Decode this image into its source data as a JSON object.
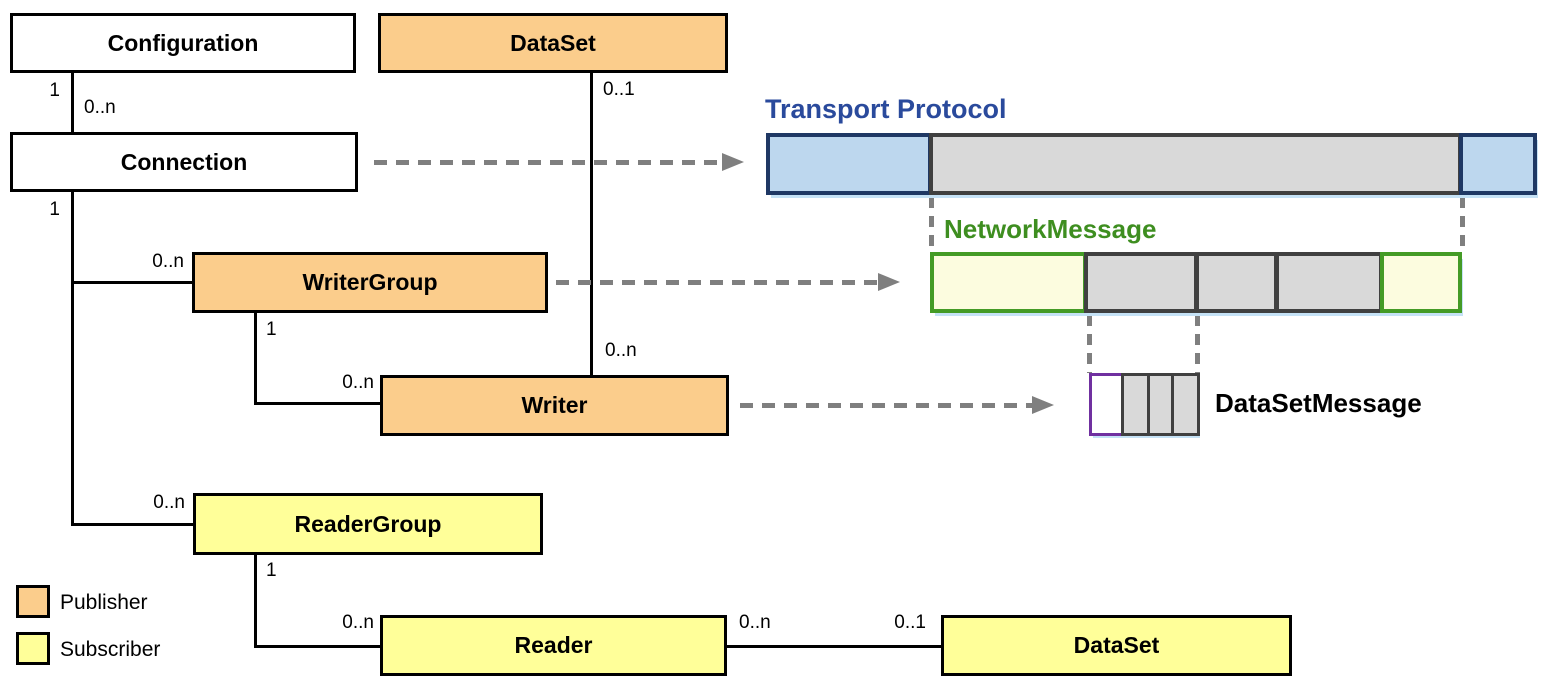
{
  "diagram": {
    "boxes": {
      "configuration": "Configuration",
      "dataset_top": "DataSet",
      "connection": "Connection",
      "writer_group": "WriterGroup",
      "writer": "Writer",
      "reader_group": "ReaderGroup",
      "reader": "Reader",
      "dataset_bottom": "DataSet"
    },
    "multiplicities": {
      "config_connection_one": "1",
      "config_connection_many": "0..n",
      "connection_one": "1",
      "connection_writergroup_many": "0..n",
      "connection_readergroup_many": "0..n",
      "writergroup_one": "1",
      "writergroup_writer_many": "0..n",
      "dataset_top_optional": "0..1",
      "dataset_writer_many": "0..n",
      "readergroup_one": "1",
      "readergroup_reader_many": "0..n",
      "reader_dataset_many": "0..n",
      "reader_dataset_optional": "0..1"
    },
    "messages": {
      "transport_protocol": "Transport Protocol",
      "network_message": "NetworkMessage",
      "dataset_message": "DataSetMessage"
    },
    "legend": {
      "publisher": "Publisher",
      "subscriber": "Subscriber"
    }
  },
  "colors": {
    "publisher-fill": "#FBCD8C",
    "subscriber-fill": "#FFFF99",
    "transport-fill": "#BDD7EE",
    "transport-border": "#1F3864",
    "transport-title": "#2A4A9C",
    "payload-fill": "#D9D9D9",
    "payload-border": "#404040",
    "network-fill": "#FCFCDF",
    "network-border": "#449B26",
    "network-title": "#3E8E20",
    "datasetmsg-border": "#7030A0",
    "arrow": "#7F7F7F"
  }
}
